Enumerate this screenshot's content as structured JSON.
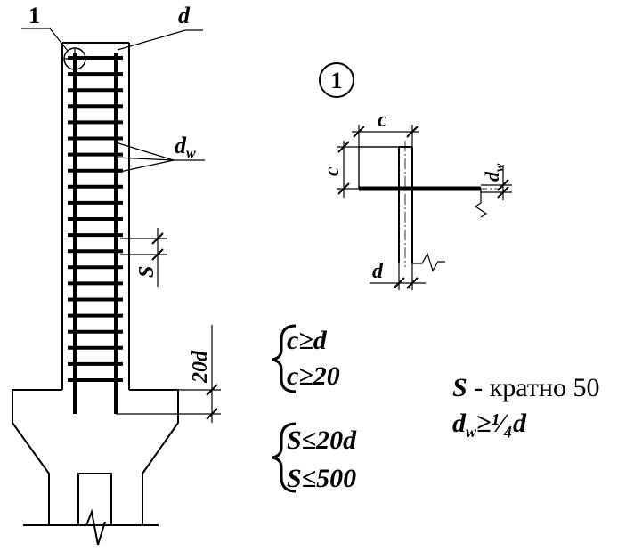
{
  "labels": {
    "callout_number": "1",
    "detail_number": "1",
    "bar_diameter": "d",
    "stirrup_diameter_main": "d",
    "stirrup_diameter_sub": "w",
    "spacing": "S",
    "anchorage": "20d",
    "detail_c_top": "c",
    "detail_c_side": "c",
    "detail_dw_main": "d",
    "detail_dw_sub": "w",
    "detail_d": "d"
  },
  "conditions": {
    "group1": [
      "c≥d",
      "c≥20"
    ],
    "group2": [
      "S≤20d",
      "S≤500"
    ]
  },
  "notes": {
    "note1_var": "S",
    "note1_text": " - кратно 50",
    "note2_main": "d",
    "note2_sub": "w",
    "note2_rel": "≥",
    "note2_frac": "¹⁄₄",
    "note2_tail": "d"
  },
  "colors": {
    "ink": "#000000",
    "paper": "#ffffff"
  }
}
